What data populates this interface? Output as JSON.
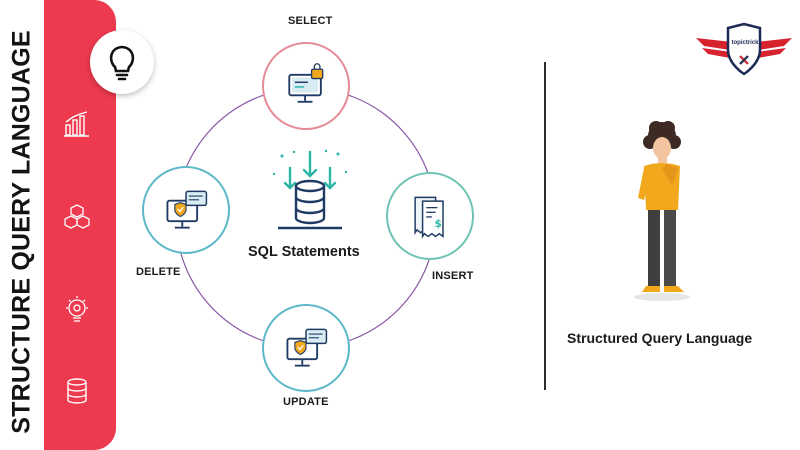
{
  "sidebar": {
    "vertical_title": "STRUCTURE QUERY LANGUAGE",
    "accent_color": "#ed3a4f",
    "icons": [
      "lightbulb-icon",
      "bar-chart-icon",
      "cubes-icon",
      "idea-gear-icon",
      "database-icon"
    ]
  },
  "diagram": {
    "center_label": "SQL Statements",
    "nodes": {
      "select": "SELECT",
      "insert": "INSERT",
      "update": "UPDATE",
      "delete": "DELETE"
    },
    "ring_color": "#8a5aa8",
    "icon_color": "#1f3b63",
    "teal": "#2cb5a5",
    "orange": "#f2a81d"
  },
  "brand": {
    "logo_text": "topictrick"
  },
  "right_panel": {
    "caption": "Structured Query Language"
  }
}
